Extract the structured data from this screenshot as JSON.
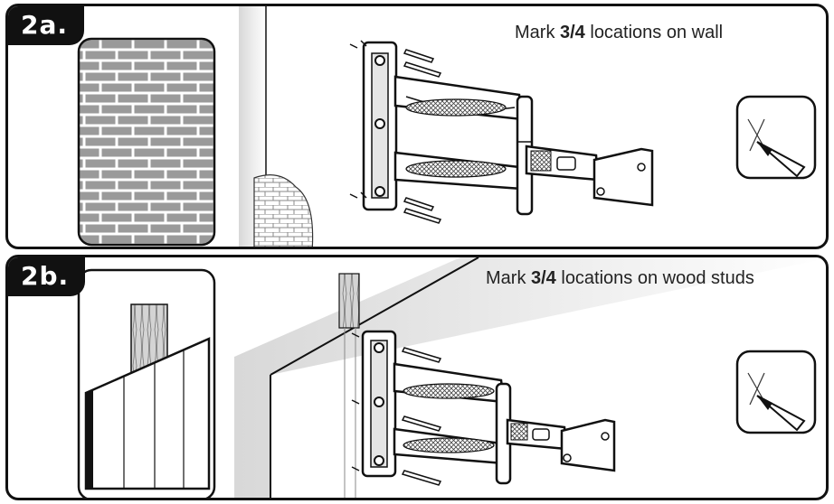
{
  "panels": [
    {
      "label": "2a.",
      "caption_pre": "Mark ",
      "caption_fraction": "3/4",
      "caption_post": " locations on wall"
    },
    {
      "label": "2b.",
      "caption_pre": "Mark ",
      "caption_fraction": "3/4",
      "caption_post": " locations on wood studs"
    }
  ]
}
